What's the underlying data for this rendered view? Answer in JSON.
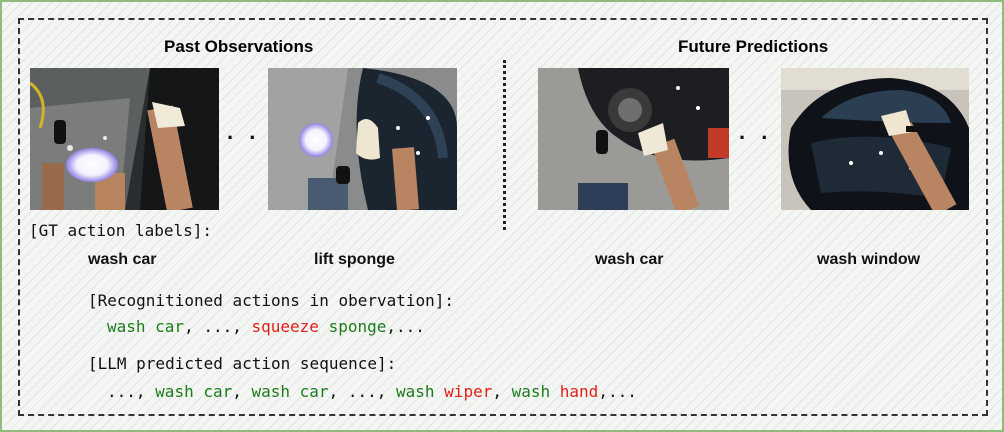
{
  "headings": {
    "past": "Past Observations",
    "future": "Future Predictions"
  },
  "ellipsis": ". . .",
  "gt_header": "[GT action labels]:",
  "gt_labels": [
    "wash car",
    "lift sponge",
    "wash car",
    "wash window"
  ],
  "recognized": {
    "header": "[Recognitioned actions in obervation]:",
    "tokens": [
      {
        "text": "wash car",
        "color": "green"
      },
      {
        "text": ", ..., ",
        "color": "black"
      },
      {
        "text": "squeeze",
        "color": "red"
      },
      {
        "text": " sponge",
        "color": "green"
      },
      {
        "text": ",...",
        "color": "black"
      }
    ]
  },
  "llm": {
    "header": "[LLM predicted action sequence]:",
    "tokens": [
      {
        "text": "..., ",
        "color": "black"
      },
      {
        "text": "wash car",
        "color": "green"
      },
      {
        "text": ", ",
        "color": "black"
      },
      {
        "text": "wash car",
        "color": "green"
      },
      {
        "text": ", ..., ",
        "color": "black"
      },
      {
        "text": "wash ",
        "color": "green"
      },
      {
        "text": "wiper",
        "color": "red"
      },
      {
        "text": ", ",
        "color": "black"
      },
      {
        "text": "wash ",
        "color": "green"
      },
      {
        "text": "hand",
        "color": "red"
      },
      {
        "text": ",...",
        "color": "black"
      }
    ]
  },
  "colors": {
    "green": "#1e7a1e",
    "red": "#e0201a",
    "frame_border": "#8fbc7a"
  }
}
